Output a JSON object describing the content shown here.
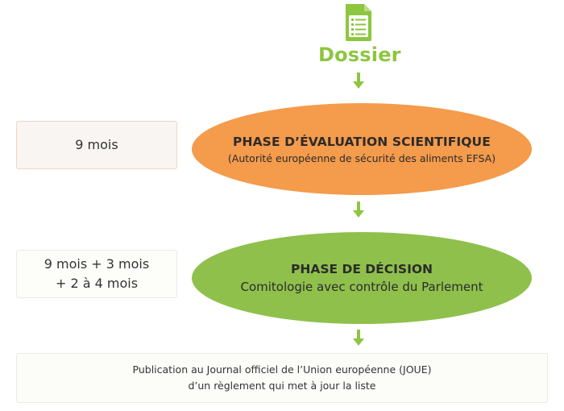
{
  "header": {
    "icon": "document-list-icon",
    "title": "Dossier"
  },
  "steps": [
    {
      "duration": "9 mois",
      "title": "PHASE D’ÉVALUATION SCIENTIFIQUE",
      "subtitle": "(Autorité européenne de sécurité des aliments EFSA)"
    },
    {
      "duration_line1": "9 mois + 3 mois",
      "duration_line2": "+ 2 à 4 mois",
      "title": "PHASE DE DÉCISION",
      "subtitle": "Comitologie avec contrôle du Parlement"
    }
  ],
  "publication": {
    "line1": "Publication au Journal officiel de l’Union européenne (JOUE)",
    "line2": "d’un règlement qui met à jour la liste"
  },
  "colors": {
    "green": "#8dc63f",
    "orange": "#f49b4c",
    "decision_green": "#8fc04c"
  }
}
